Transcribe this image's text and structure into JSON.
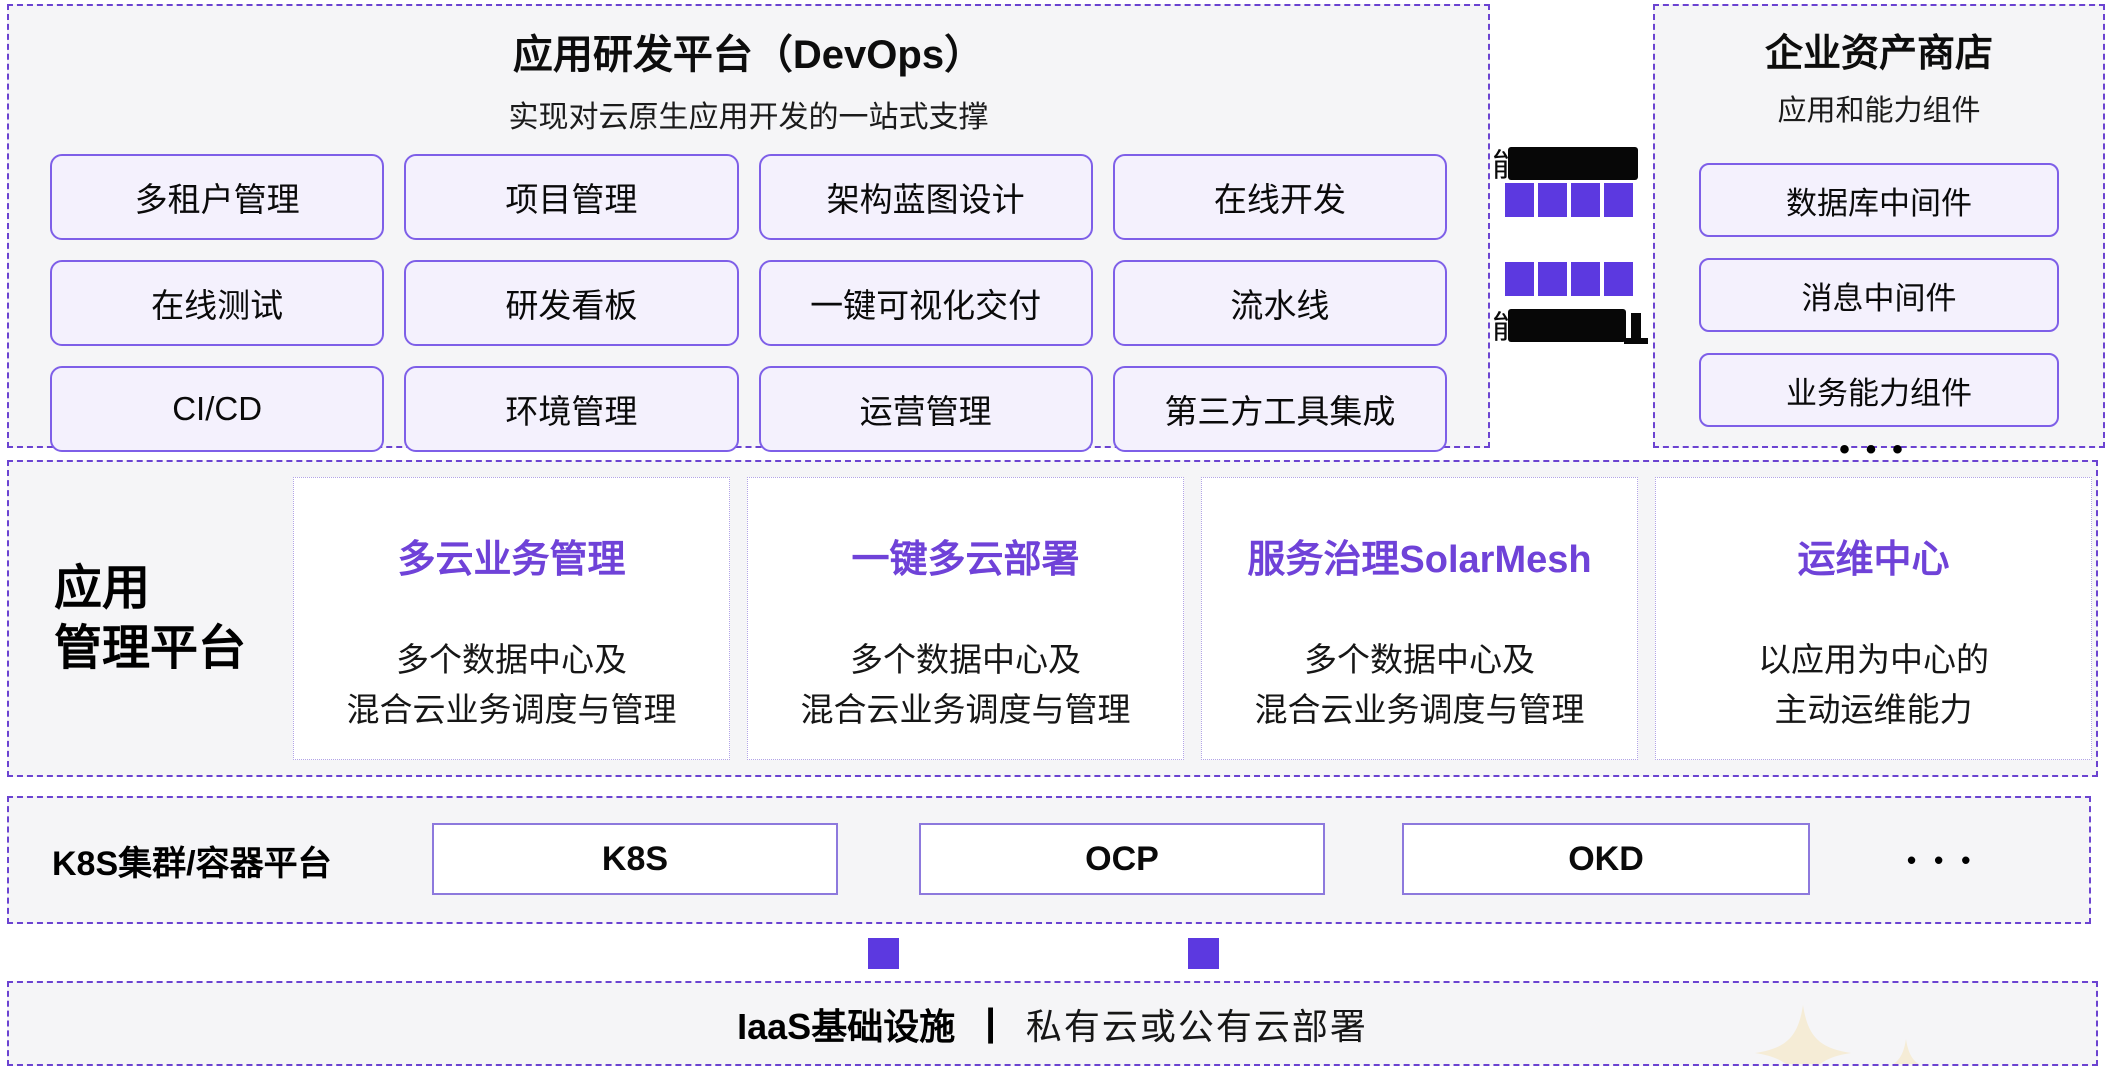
{
  "devops_panel": {
    "title": "应用研发平台（DevOps）",
    "subtitle": "实现对云原生应用开发的一站式支撑",
    "buttons": [
      "多租户管理",
      "项目管理",
      "架构蓝图设计",
      "在线开发",
      "在线测试",
      "研发看板",
      "一键可视化交付",
      "流水线",
      "CI/CD",
      "环境管理",
      "运营管理",
      "第三方工具集成"
    ]
  },
  "capability_bridge": {
    "top_visible_char": "能",
    "bottom_visible_char": "能",
    "top_squares": 4,
    "bottom_squares": 4
  },
  "asset_store_panel": {
    "title": "企业资产商店",
    "subtitle": "应用和能力组件",
    "buttons": [
      "数据库中间件",
      "消息中间件",
      "业务能力组件"
    ],
    "more": "•••"
  },
  "app_mgmt_panel": {
    "label_line1": "应用",
    "label_line2": "管理平台",
    "cards": [
      {
        "title": "多云业务管理",
        "desc_line1": "多个数据中心及",
        "desc_line2": "混合云业务调度与管理"
      },
      {
        "title": "一键多云部署",
        "desc_line1": "多个数据中心及",
        "desc_line2": "混合云业务调度与管理"
      },
      {
        "title": "服务治理SolarMesh",
        "desc_line1": "多个数据中心及",
        "desc_line2": "混合云业务调度与管理"
      },
      {
        "title": "运维中心",
        "desc_line1": "以应用为中心的",
        "desc_line2": "主动运维能力"
      }
    ]
  },
  "k8s_panel": {
    "label": "K8S集群/容器平台",
    "boxes": [
      "K8S",
      "OCP",
      "OKD"
    ],
    "more": "•••"
  },
  "iaas_panel": {
    "label_bold": "IaaS基础设施",
    "divider": "|",
    "label_regular": "私有云或公有云部署"
  },
  "colors": {
    "panel_bg": "#f5f5f7",
    "dashed_border": "#6b43d1",
    "button_bg": "#f4f1fd",
    "button_border": "#7e5fe8",
    "square_purple": "#5c39e0",
    "card_border_dotted": "#b2a4e6",
    "card_title_purple": "#6f42d8",
    "k8s_box_border": "#8d79dd",
    "redaction_black": "#070707",
    "sparkle": "#f5ecd6"
  }
}
